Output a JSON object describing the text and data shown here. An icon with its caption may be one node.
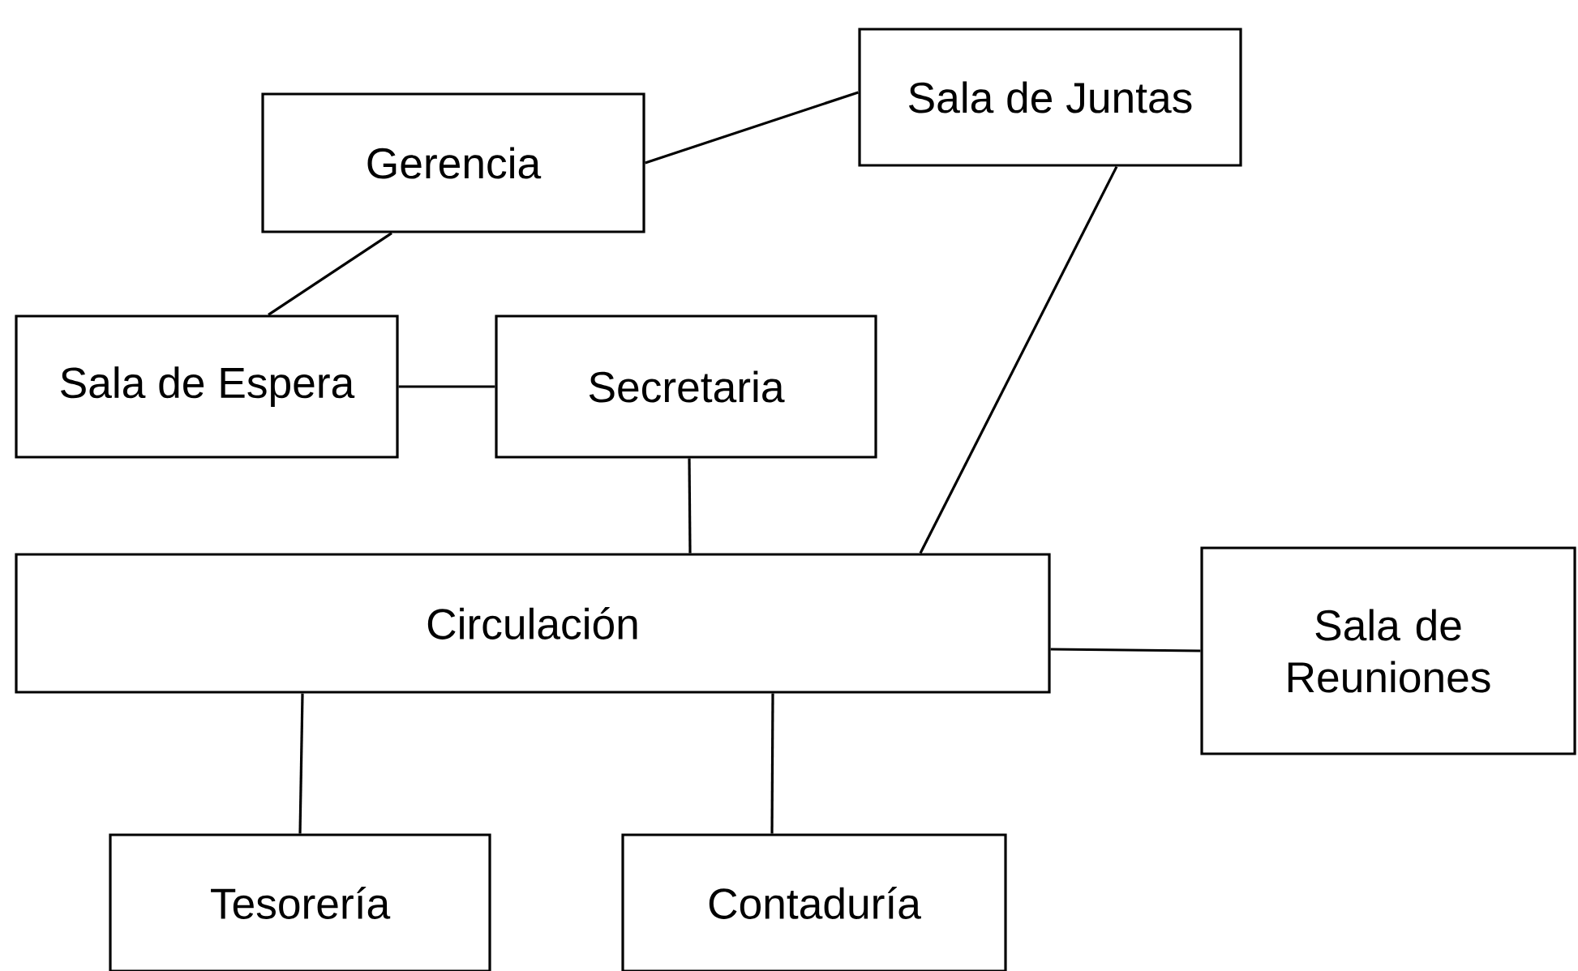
{
  "diagram": {
    "nodes": [
      {
        "text": [
          "Sala de Juntas"
        ]
      },
      {
        "text": [
          "Gerencia"
        ]
      },
      {
        "text": [
          "Sala de Espera"
        ]
      },
      {
        "text": [
          "Secretaria"
        ]
      },
      {
        "text": [
          "Circulación"
        ]
      },
      {
        "text": [
          "Sala de Reuniones"
        ]
      },
      {
        "text": [
          "Tesorería"
        ]
      },
      {
        "text": [
          "Contaduría"
        ]
      }
    ],
    "edges": [
      {
        "from": 1,
        "to": 0,
        "arrow": "none"
      },
      {
        "from": 1,
        "to": 2,
        "arrow": "none"
      },
      {
        "from": 2,
        "to": 3,
        "arrow": "none"
      },
      {
        "from": 3,
        "to": 4,
        "arrow": "none"
      },
      {
        "from": 0,
        "to": 4,
        "arrow": "none"
      },
      {
        "from": 4,
        "to": 5,
        "arrow": "none"
      },
      {
        "from": 4,
        "to": 6,
        "arrow": "none"
      },
      {
        "from": 4,
        "to": 7,
        "arrow": "none"
      }
    ]
  }
}
